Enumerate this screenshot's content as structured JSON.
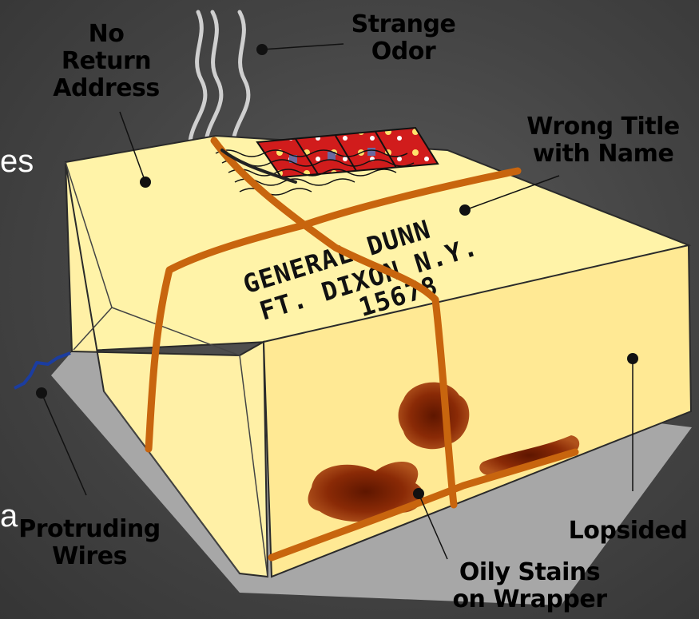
{
  "slide_fragments": {
    "left_top": "es",
    "left_bottom": "a"
  },
  "package": {
    "address_lines": [
      "GENERAL DUNN",
      "FT. DIXON N.Y.",
      "15678"
    ]
  },
  "labels": {
    "no_return_address": "No\nReturn\nAddress",
    "strange_odor": "Strange\nOdor",
    "wrong_title": "Wrong Title\nwith Name",
    "protruding_wires": "Protruding\nWires",
    "lopsided": "Lopsided",
    "oily_stains": "Oily Stains\non Wrapper"
  },
  "colors": {
    "box_top": "#fff3a8",
    "box_front": "#ffe994",
    "string": "#c8650e",
    "stain": "#8a2a06",
    "shadow": "#a7a7a7",
    "wire": "#1b3da0"
  }
}
